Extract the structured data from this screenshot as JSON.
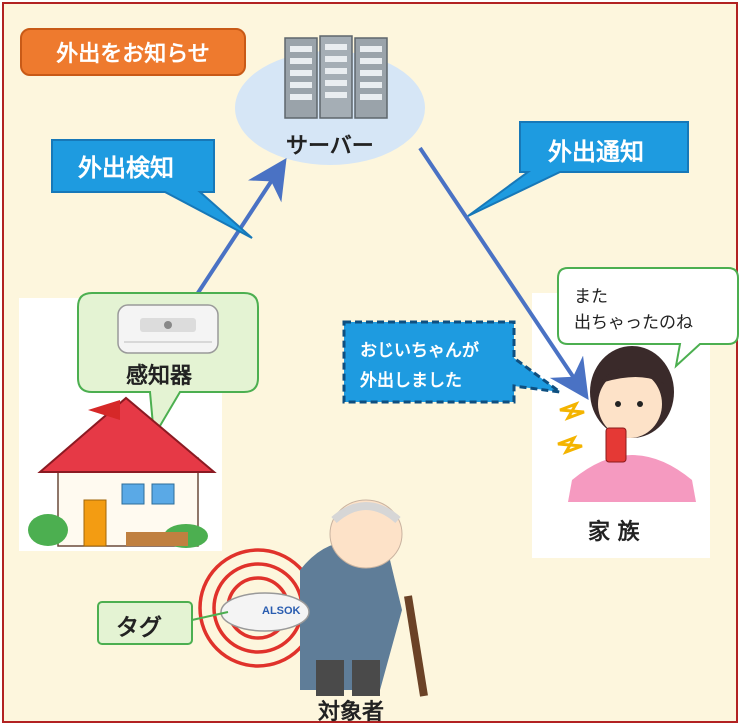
{
  "title": "外出をお知らせ",
  "server": {
    "label": "サーバー"
  },
  "callouts": {
    "detect": "外出検知",
    "notify": "外出通知",
    "message_line1": "おじいちゃんが",
    "message_line2": "外出しました",
    "family_speech_line1": "また",
    "family_speech_line2": "出ちゃったのね"
  },
  "sensor": {
    "label": "感知器"
  },
  "tag": {
    "label": "タグ",
    "brand": "ALSOK"
  },
  "family": {
    "label": "家 族"
  },
  "subject": {
    "label": "対象者"
  },
  "colors": {
    "frame": "#b22222",
    "background": "#fdf6dd",
    "title": "#ee7a2e",
    "callout_blue": "#1e9be0",
    "arrow": "#4a72c4",
    "green_border": "#4caf50",
    "green_fill": "#e4f3d3",
    "signal_red": "#e0322b"
  }
}
